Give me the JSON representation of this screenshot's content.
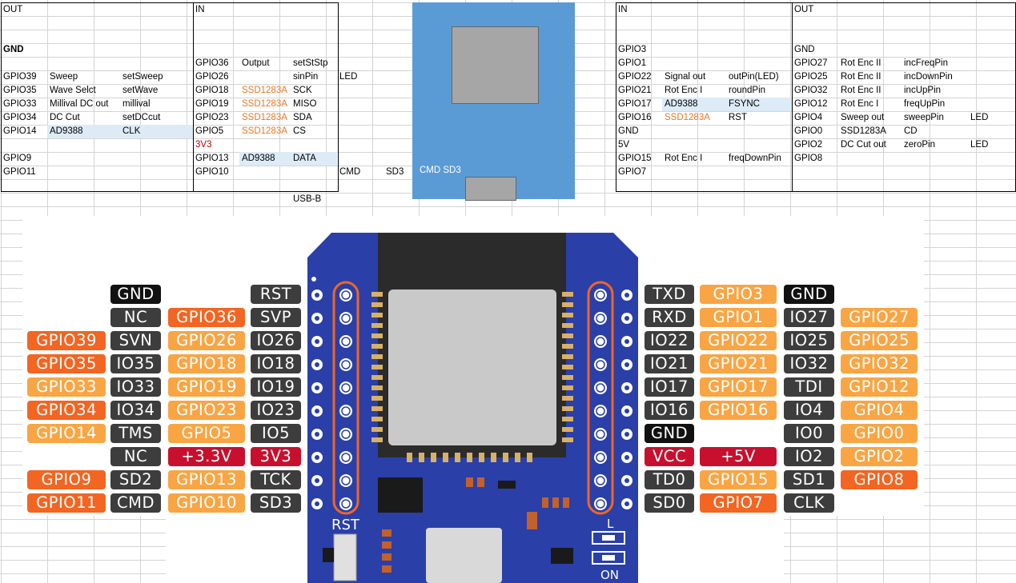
{
  "left_table": {
    "out_header": "OUT",
    "in_header": "IN",
    "gnd": "GND",
    "top_right": {
      "pin": "GPIO36",
      "use": "Output",
      "fn": "setStStp"
    },
    "rows": [
      {
        "l_pin": "GPIO39",
        "l_use": "Sweep",
        "l_fn": "setSweep",
        "r_pin": "GPIO26",
        "r_use": "",
        "r_fn": "sinPin",
        "extra": "LED"
      },
      {
        "l_pin": "GPIO35",
        "l_use": "Wave Selct",
        "l_fn": "setWave",
        "r_pin": "GPIO18",
        "r_use": "SSD1283A",
        "r_fn": "SCK",
        "extra": ""
      },
      {
        "l_pin": "GPIO33",
        "l_use": "Millival DC out",
        "l_fn": "millival",
        "r_pin": "GPIO19",
        "r_use": "SSD1283A",
        "r_fn": "MISO",
        "extra": ""
      },
      {
        "l_pin": "GPIO34",
        "l_use": "DC Cut",
        "l_fn": "setDCcut",
        "r_pin": "GPIO23",
        "r_use": "SSD1283A",
        "r_fn": "SDA",
        "extra": ""
      },
      {
        "l_pin": "GPIO14",
        "l_use": "AD9388",
        "l_fn": "CLK",
        "r_pin": "GPIO5",
        "r_use": "SSD1283A",
        "r_fn": "CS",
        "extra": ""
      },
      {
        "l_pin": "",
        "l_use": "",
        "l_fn": "",
        "r_pin": "3V3",
        "r_use": "",
        "r_fn": "",
        "extra": ""
      },
      {
        "l_pin": "GPIO9",
        "l_use": "",
        "l_fn": "",
        "r_pin": "GPIO13",
        "r_use": "AD9388",
        "r_fn": "DATA",
        "extra": ""
      },
      {
        "l_pin": "GPIO11",
        "l_use": "",
        "l_fn": "",
        "r_pin": "GPIO10",
        "r_use": "",
        "r_fn": "",
        "extra": "CMD"
      }
    ],
    "sd3": "SD3",
    "usb": "USB-B"
  },
  "board_top": {
    "label": "CMD SD3"
  },
  "right_table": {
    "in_header": "IN",
    "out_header": "OUT",
    "rows": [
      {
        "l_pin": "GPIO3",
        "l_use": "",
        "l_fn": "",
        "r_pin": "GND",
        "r_use": "",
        "r_fn": "",
        "extra": ""
      },
      {
        "l_pin": "GPIO1",
        "l_use": "",
        "l_fn": "",
        "r_pin": "GPIO27",
        "r_use": "Rot Enc II",
        "r_fn": "incFreqPin",
        "extra": ""
      },
      {
        "l_pin": "GPIO22",
        "l_use": "Signal out",
        "l_fn": "outPin(LED)",
        "r_pin": "GPIO25",
        "r_use": "Rot Enc II",
        "r_fn": "incDownPin",
        "extra": ""
      },
      {
        "l_pin": "GPIO21",
        "l_use": "Rot Enc I",
        "l_fn": "roundPin",
        "r_pin": "GPIO32",
        "r_use": "Rot Enc II",
        "r_fn": "incUpPin",
        "extra": ""
      },
      {
        "l_pin": "GPIO17",
        "l_use": "AD9388",
        "l_fn": "FSYNC",
        "r_pin": "GPIO12",
        "r_use": "Rot Enc I",
        "r_fn": "freqUpPin",
        "extra": ""
      },
      {
        "l_pin": "GPIO16",
        "l_use": "SSD1283A",
        "l_fn": "RST",
        "r_pin": "GPIO4",
        "r_use": "Sweep out",
        "r_fn": "sweepPin",
        "extra": "LED"
      },
      {
        "l_pin": "GND",
        "l_use": "",
        "l_fn": "",
        "r_pin": "GPIO0",
        "r_use": "SSD1283A",
        "r_fn": "CD",
        "extra": ""
      },
      {
        "l_pin": "5V",
        "l_use": "",
        "l_fn": "",
        "r_pin": "GPIO2",
        "r_use": "DC Cut out",
        "r_fn": "zeroPin",
        "extra": "LED"
      },
      {
        "l_pin": "GPIO15",
        "l_use": "Rot Enc I",
        "l_fn": "freqDownPin",
        "r_pin": "GPIO8",
        "r_use": "",
        "r_fn": "",
        "extra": ""
      },
      {
        "l_pin": "GPIO7",
        "l_use": "",
        "l_fn": "",
        "r_pin": "",
        "r_use": "",
        "r_fn": "",
        "extra": ""
      }
    ]
  },
  "pinout": {
    "col1": [
      "GPIO39",
      "GPIO35",
      "GPIO33",
      "GPIO34",
      "GPIO14",
      "GPIO9",
      "GPIO11"
    ],
    "col2": [
      "GND",
      "NC",
      "SVN",
      "IO35",
      "IO33",
      "IO34",
      "TMS",
      "NC",
      "SD2",
      "CMD"
    ],
    "col3": [
      "GPIO36",
      "GPIO26",
      "GPIO18",
      "GPIO19",
      "GPIO23",
      "GPIO5",
      "+3.3V",
      "GPIO13",
      "GPIO10"
    ],
    "col4": [
      "RST",
      "SVP",
      "IO26",
      "IO18",
      "IO19",
      "IO23",
      "IO5",
      "3V3",
      "TCK",
      "SD3"
    ],
    "col5": [
      "TXD",
      "RXD",
      "IO22",
      "IO21",
      "IO17",
      "IO16",
      "GND",
      "VCC",
      "TD0",
      "SD0"
    ],
    "col6": [
      "GPIO3",
      "GPIO1",
      "GPIO22",
      "GPIO21",
      "GPIO17",
      "GPIO16",
      "+5V",
      "GPIO15",
      "GPIO7"
    ],
    "col7": [
      "GND",
      "IO27",
      "IO25",
      "IO32",
      "TDI",
      "IO4",
      "IO0",
      "IO2",
      "SD1",
      "CLK"
    ],
    "col8": [
      "GPIO27",
      "GPIO25",
      "GPIO32",
      "GPIO12",
      "GPIO4",
      "GPIO0",
      "GPIO2",
      "GPIO8"
    ],
    "rst_label": "RST",
    "led_l": "L",
    "led_on": "ON"
  },
  "colors": {
    "board": "#2a3fa8",
    "light_orange": "#f9a544",
    "dark_orange": "#f26522",
    "red": "#c8102e",
    "dark": "#3d3d3d",
    "cell_highlight": "#ddebf7",
    "top_board": "#5b9bd5"
  }
}
